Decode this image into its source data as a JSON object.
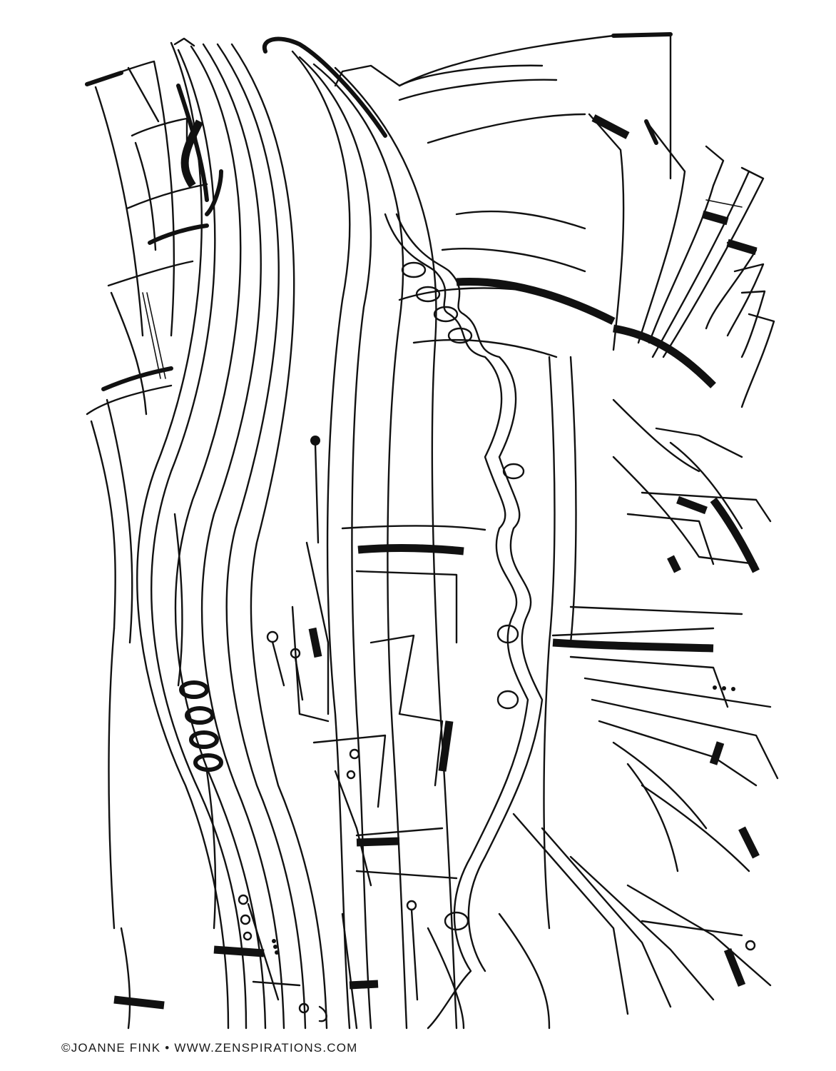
{
  "artwork": {
    "type": "coloring-page",
    "style": "black ink line art, abstract flowing ribbons and fanned panels",
    "colors": {
      "ink": "#111111",
      "paper": "#ffffff"
    },
    "motifs": [
      "curved-ribbons",
      "spiral-curls",
      "fanned-panels",
      "small-circles",
      "dot-rows"
    ]
  },
  "credit": {
    "text": "©Joanne Fink • www.zenspirations.com"
  }
}
